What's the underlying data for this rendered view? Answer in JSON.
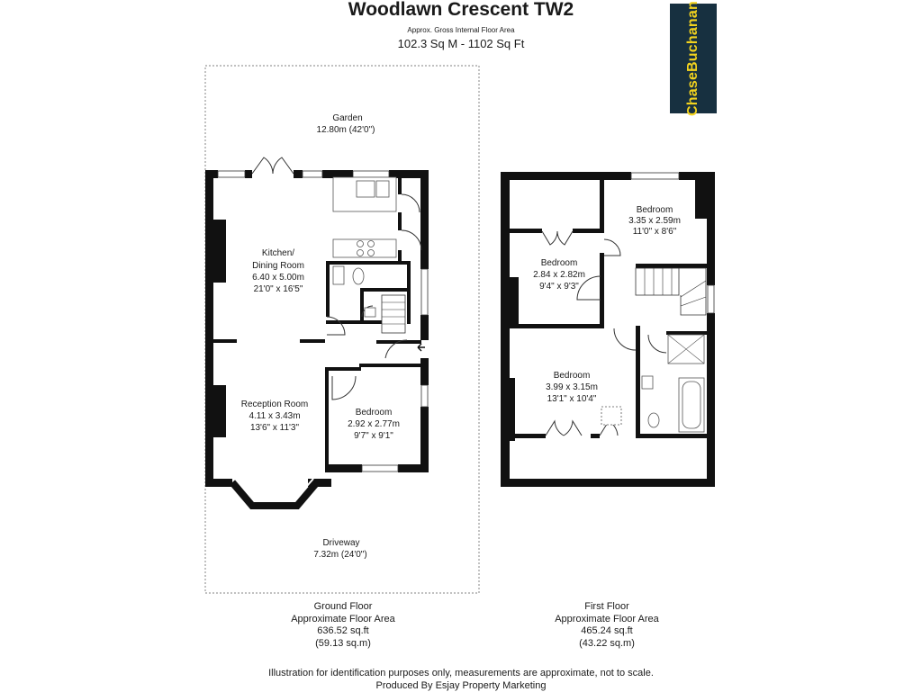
{
  "header": {
    "title": "Woodlawn Crescent TW2",
    "subtitle": "Approx. Gross Internal Floor Area",
    "area": "102.3 Sq M - 1102 Sq Ft"
  },
  "brand": {
    "logo_text": "ChaseBuchanan",
    "logo_bg": "#173040",
    "logo_fg": "#f2d21e"
  },
  "ground_floor": {
    "rooms": {
      "garden": {
        "name": "Garden",
        "dims": "12.80m (42'0\")"
      },
      "kitchen": {
        "name_line1": "Kitchen/",
        "name_line2": "Dining Room",
        "dims_m": "6.40 x 5.00m",
        "dims_ft": "21'0\" x 16'5\""
      },
      "reception": {
        "name": "Reception Room",
        "dims_m": "4.11 x 3.43m",
        "dims_ft": "13'6\" x 11'3\""
      },
      "bedroom": {
        "name": "Bedroom",
        "dims_m": "2.92 x 2.77m",
        "dims_ft": "9'7\" x 9'1\""
      },
      "driveway": {
        "name": "Driveway",
        "dims": "7.32m (24'0\")"
      }
    },
    "caption": {
      "line1": "Ground Floor",
      "line2": "Approximate Floor Area",
      "line3": "636.52 sq.ft",
      "line4": "(59.13 sq.m)"
    }
  },
  "first_floor": {
    "rooms": {
      "bedroom_a": {
        "name": "Bedroom",
        "dims_m": "3.35 x 2.59m",
        "dims_ft": "11'0\" x 8'6\""
      },
      "bedroom_b": {
        "name": "Bedroom",
        "dims_m": "2.84 x 2.82m",
        "dims_ft": "9'4\" x 9'3\""
      },
      "bedroom_c": {
        "name": "Bedroom",
        "dims_m": "3.99 x 3.15m",
        "dims_ft": "13'1\" x 10'4\""
      }
    },
    "caption": {
      "line1": "First Floor",
      "line2": "Approximate Floor Area",
      "line3": "465.24 sq.ft",
      "line4": "(43.22 sq.m)"
    }
  },
  "footer": {
    "disclaimer": "Illustration for identification purposes only, measurements are approximate, not to scale.",
    "producer": "Produced By Esjay Property Marketing"
  }
}
